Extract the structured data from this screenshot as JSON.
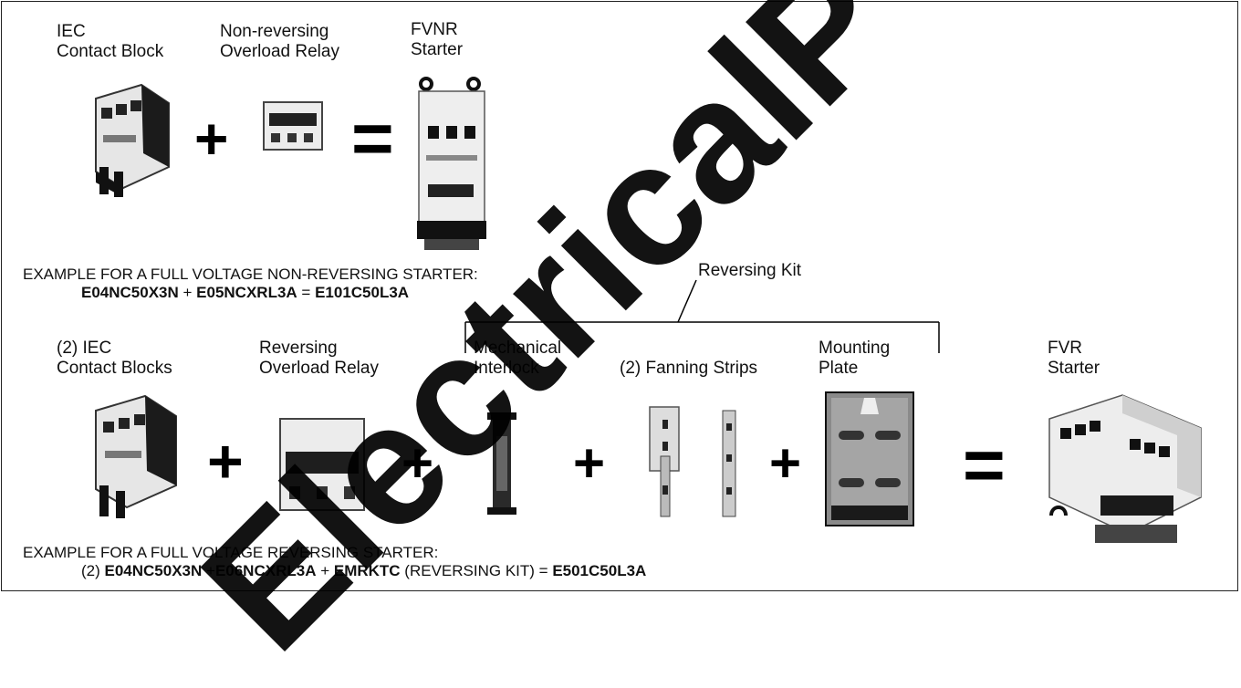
{
  "fvnr": {
    "labels": {
      "contact_block_1": "IEC",
      "contact_block_2": "Contact Block",
      "overload_1": "Non-reversing",
      "overload_2": "Overload Relay",
      "starter_1": "FVNR",
      "starter_2": "Starter"
    },
    "plus": "+",
    "equals": "=",
    "example_heading": "EXAMPLE FOR A FULL VOLTAGE NON-REVERSING STARTER:",
    "part_contact": "E04NC50X3N",
    "plus_text": " + ",
    "part_overload": "E05NCXRL3A",
    "equals_text": " = ",
    "part_starter": "E101C50L3A"
  },
  "fvr": {
    "reversing_kit": "Reversing Kit",
    "labels": {
      "contact_blocks_1": "(2) IEC",
      "contact_blocks_2": "Contact Blocks",
      "overload_1": "Reversing",
      "overload_2": "Overload Relay",
      "interlock_1": "Mechanical",
      "interlock_2": "Interlock",
      "fanning": "(2) Fanning Strips",
      "plate_1": "Mounting",
      "plate_2": "Plate",
      "starter_1": "FVR",
      "starter_2": "Starter"
    },
    "plus": "+",
    "equals": "=",
    "example_heading": "EXAMPLE FOR A FULL VOLTAGE REVERSING STARTER:",
    "qty": "(2) ",
    "part_contact": "E04NC50X3N",
    "plus_text": " +",
    "part_overload": "E06NCXRL3A",
    "plus_text_2": " + ",
    "part_kit": "EMRKTC",
    "kit_note": " (REVERSING KIT) = ",
    "part_starter": "E501C50L3A"
  },
  "watermark": "ElectricalP"
}
